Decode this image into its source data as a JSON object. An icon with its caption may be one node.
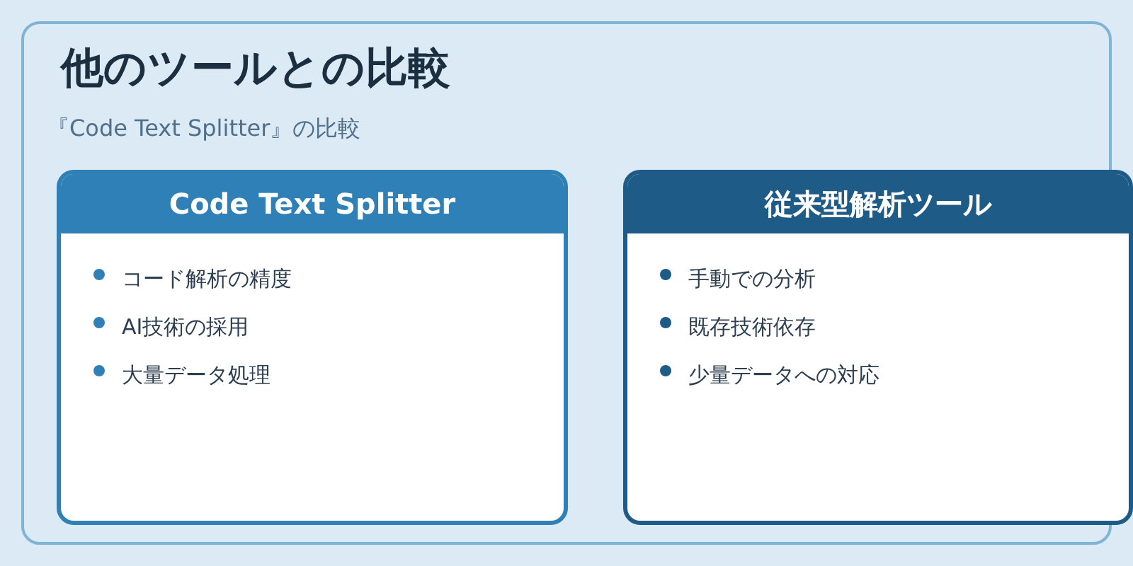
{
  "diagram": {
    "title": "他のツールとの比較",
    "labels": [
      "『Code Text Splitter』の比較"
    ],
    "nodes": [
      {
        "text": [
          "Code Text Splitter",
          "コード解析の精度",
          "AI技術の採用",
          "大量データ処理"
        ]
      },
      {
        "text": [
          "従来型解析ツール",
          "手動での分析",
          "既存技術依存",
          "少量データへの対応"
        ]
      }
    ]
  }
}
